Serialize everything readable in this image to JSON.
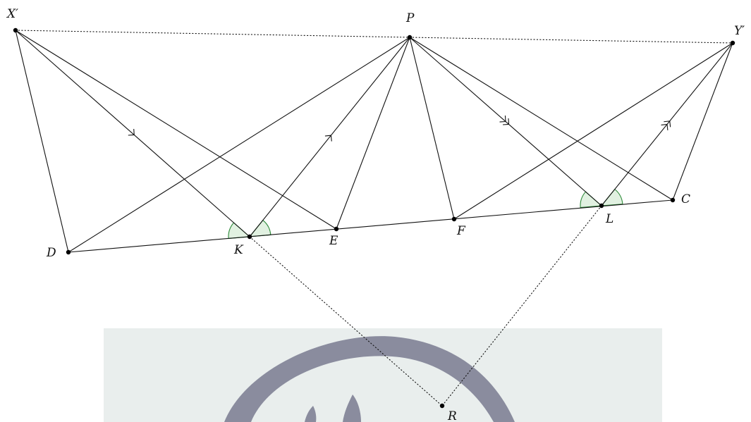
{
  "diagram": {
    "points": [
      {
        "id": "Xp",
        "label": "X′"
      },
      {
        "id": "P",
        "label": "P"
      },
      {
        "id": "Yp",
        "label": "Y′"
      },
      {
        "id": "D",
        "label": "D"
      },
      {
        "id": "K",
        "label": "K"
      },
      {
        "id": "E",
        "label": "E"
      },
      {
        "id": "F",
        "label": "F"
      },
      {
        "id": "L",
        "label": "L"
      },
      {
        "id": "C",
        "label": "C"
      },
      {
        "id": "R",
        "label": "R"
      }
    ],
    "segments": [
      [
        "D",
        "C"
      ],
      [
        "Xp",
        "D"
      ],
      [
        "Xp",
        "K"
      ],
      [
        "Xp",
        "E"
      ],
      [
        "P",
        "D"
      ],
      [
        "P",
        "K"
      ],
      [
        "P",
        "E"
      ],
      [
        "P",
        "F"
      ],
      [
        "P",
        "L"
      ],
      [
        "P",
        "C"
      ],
      [
        "Yp",
        "F"
      ],
      [
        "Yp",
        "L"
      ],
      [
        "Yp",
        "C"
      ]
    ],
    "dotted_segments": [
      [
        "Xp",
        "P"
      ],
      [
        "P",
        "Yp"
      ],
      [
        "K",
        "R"
      ],
      [
        "L",
        "R"
      ]
    ],
    "parallel_marks": [
      {
        "from": "Xp",
        "to": "K",
        "count": 1
      },
      {
        "from": "K",
        "to": "P",
        "count": 1
      },
      {
        "from": "P",
        "to": "L",
        "count": 2
      },
      {
        "from": "L",
        "to": "Yp",
        "count": 2
      }
    ],
    "angle_marks": [
      {
        "vertex": "K",
        "arms": [
          "Xp",
          "D"
        ]
      },
      {
        "vertex": "K",
        "arms": [
          "P",
          "C"
        ]
      },
      {
        "vertex": "L",
        "arms": [
          "P",
          "D"
        ]
      },
      {
        "vertex": "L",
        "arms": [
          "Yp",
          "C"
        ]
      }
    ],
    "colors": {
      "line": "#111111",
      "angle_fill": "#dcefdc",
      "angle_stroke": "#2e8b3a",
      "watermark_panel": "#e9eeed",
      "watermark_mark": "#8a8c9e"
    }
  },
  "watermark": {
    "shape": "logo-arc"
  }
}
